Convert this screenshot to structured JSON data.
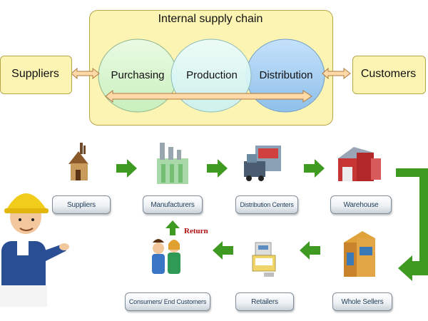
{
  "internal_chain": {
    "title": "Internal supply chain",
    "stages": [
      "Purchasing",
      "Production",
      "Distribution"
    ]
  },
  "endpoints": {
    "left": "Suppliers",
    "right": "Customers"
  },
  "flow": {
    "top_row": [
      "Suppliers",
      "Manufacturers",
      "Distribution Centers",
      "Warehouse"
    ],
    "bottom_row": [
      "Consumers/ End Customers",
      "Retailers",
      "Whole Sellers"
    ],
    "return_label": "Return"
  },
  "icons": {
    "suppliers": "house-icon",
    "manufacturers": "factory-icon",
    "distribution_centers": "truck-dock-icon",
    "warehouse": "warehouse-icon",
    "whole_sellers": "storefront-icon",
    "retailers": "cash-register-icon",
    "consumers": "people-icon",
    "worker": "worker-hardhat-icon"
  },
  "colors": {
    "box_fill": "#fcf4b3",
    "purchasing_circle": "#d8f5cf",
    "production_circle": "#d6f7f7",
    "distribution_circle": "#a9d0f2",
    "arrow_green": "#3f9a22",
    "return_red": "#b01010"
  }
}
